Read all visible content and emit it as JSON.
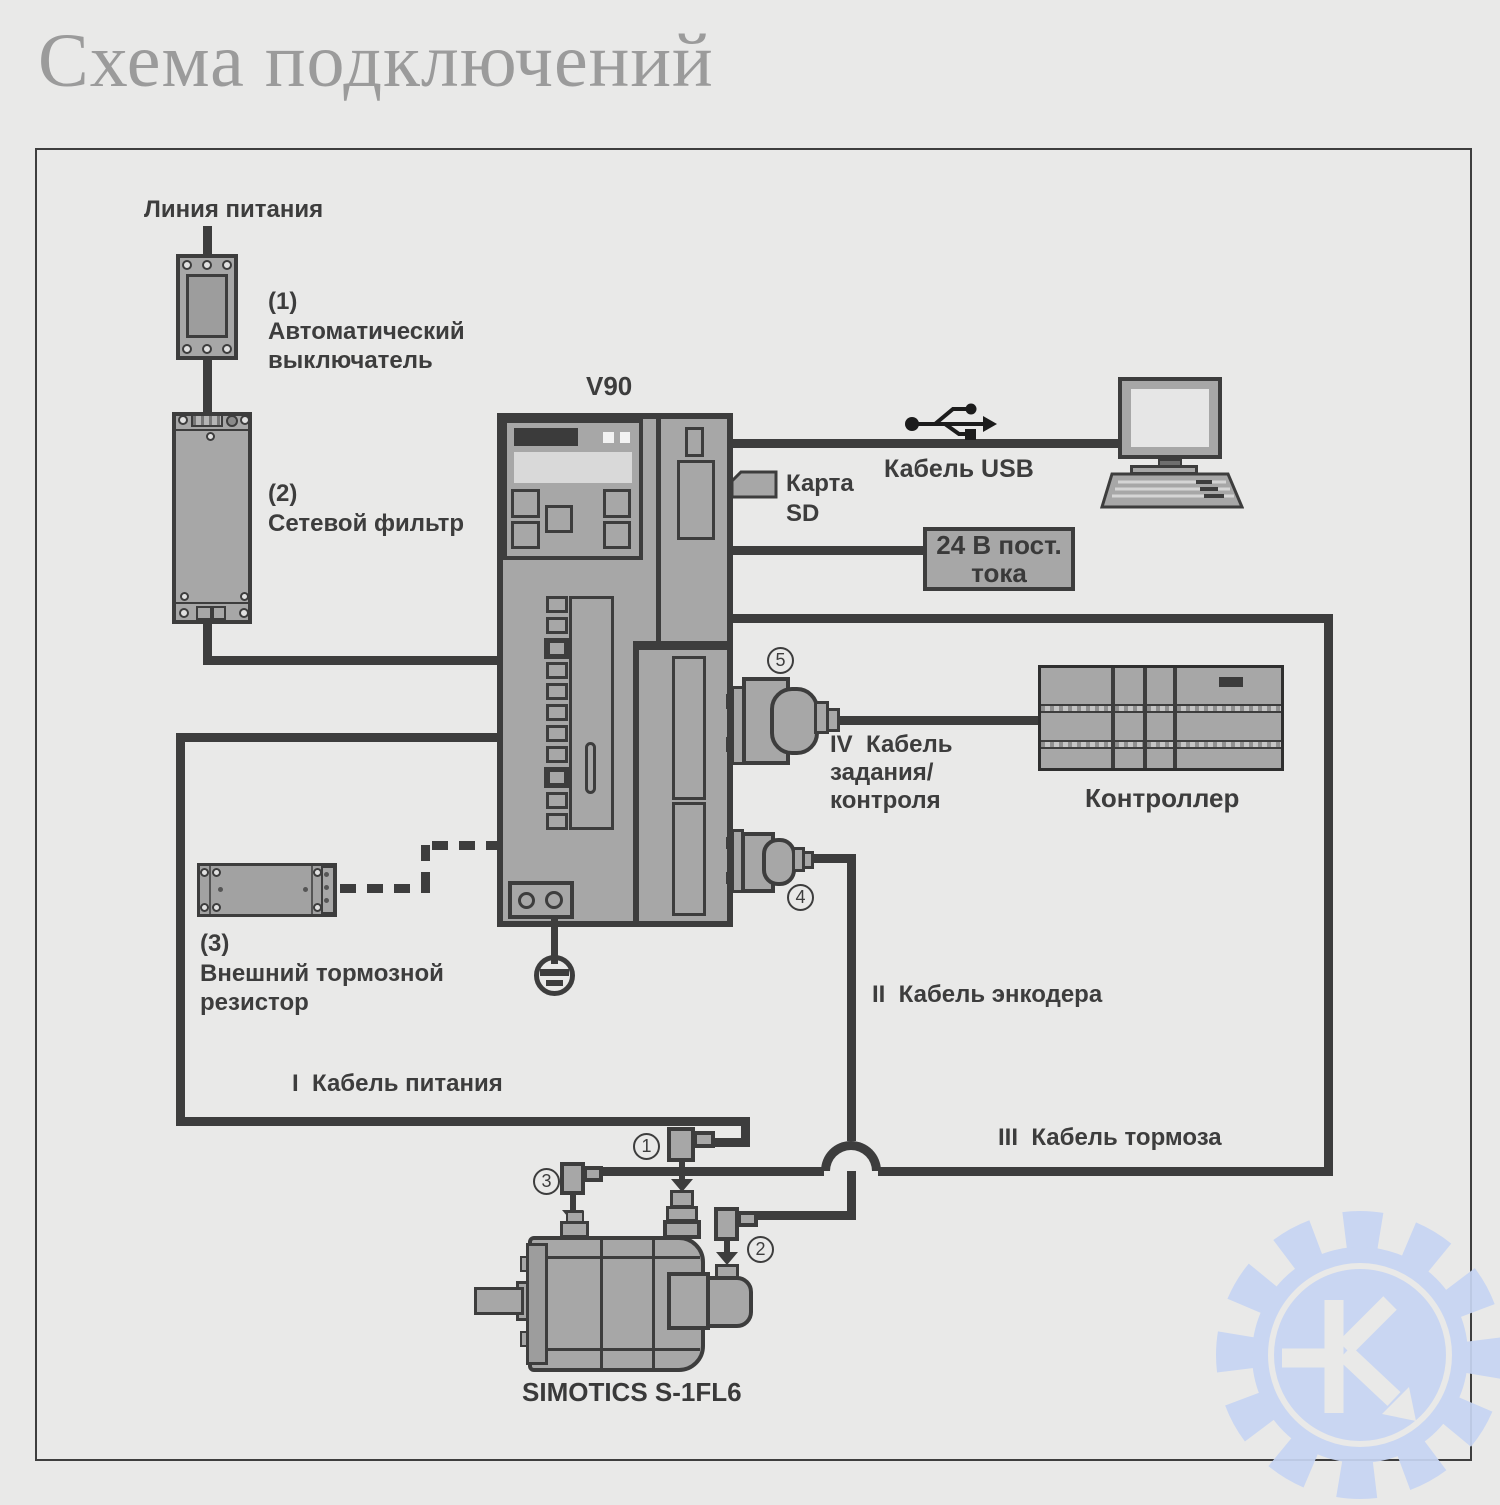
{
  "title": "Схема подключений",
  "colors": {
    "background": "#e9e9e8",
    "line": "#3d3d3d",
    "component_fill": "#a7a7a7",
    "text": "#3d3d3d",
    "title_text": "#9b9b9b",
    "watermark_blue": "#c7d5f3"
  },
  "labels": {
    "power_line": "Линия питания",
    "breaker_num": "(1)",
    "breaker_1": "Автоматический",
    "breaker_2": "выключатель",
    "filter_num": "(2)",
    "filter_name": "Сетевой фильтр",
    "drive": "V90",
    "sd_1": "Карта",
    "sd_2": "SD",
    "usb": "Кабель USB",
    "dc_1": "24 В пост.",
    "dc_2": "тока",
    "controller": "Контроллер",
    "cable4_1": "IV  Кабель",
    "cable4_2": "задания/",
    "cable4_3": "контроля",
    "cable2": "II  Кабель энкодера",
    "cable3": "III  Кабель тормоза",
    "cable1": "I  Кабель питания",
    "resistor_num": "(3)",
    "resistor_1": "Внешний тормозной",
    "resistor_2": "резистор",
    "motor": "SIMOTICS S-1FL6"
  },
  "markers": {
    "m1": "1",
    "m2": "2",
    "m3": "3",
    "m4": "4",
    "m5": "5"
  },
  "icons": {
    "usb": "usb-trident-icon",
    "sd": "sd-card-icon",
    "ground": "protective-earth-icon",
    "watermark": "gear-k-arrow-logo"
  }
}
